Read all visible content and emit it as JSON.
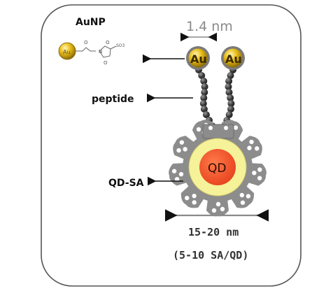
{
  "labels": {
    "aunp": "AuNP",
    "au_size": "1.4 nm",
    "au_left": "Au",
    "au_right": "Au",
    "peptide": "peptide",
    "qd": "QD",
    "qd_sa": "QD-SA",
    "qd_size": "15-20 nm",
    "sa_ratio": "(5-10 SA/QD)"
  },
  "molecule": {
    "au": "Au",
    "o1": "O",
    "o2": "O",
    "o3": "O",
    "n": "N",
    "so3": "SO3"
  },
  "colors": {
    "gold": "#e2b20f",
    "qd_core": "#f0502a",
    "qd_shell": "#f6f29a",
    "streptavidin": "#8c8c8c",
    "bead": "#4a4a4a"
  },
  "icons": [
    "gold-nanoparticle",
    "maleimide-linker",
    "peptide-chain",
    "streptavidin-petal",
    "quantum-dot"
  ]
}
